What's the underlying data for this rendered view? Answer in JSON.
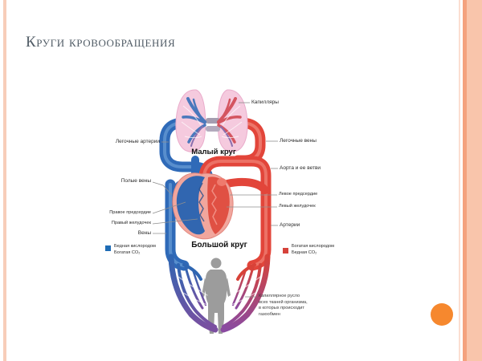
{
  "slide": {
    "title": "Круги кровообращения"
  },
  "diagram": {
    "labels": {
      "capillaries": "Капилляры",
      "pulmonary_arteries": "Легочные артерии",
      "small_circle": "Малый круг",
      "pulmonary_veins": "Легочные вены",
      "aorta": "Аорта и ее ветви",
      "vena_cava": "Полые вены",
      "left_atrium": "Левое предсердие",
      "left_ventricle": "Левый желудочек",
      "right_atrium": "Правое предсердие",
      "right_ventricle": "Правый желудочек",
      "veins": "Вены",
      "arteries": "Артерии",
      "big_circle": "Большой круг"
    },
    "legend_left": {
      "line1": "Бедная кислородом",
      "line2": "Богатая CO₂"
    },
    "legend_right": {
      "line1": "Богатая кислородом",
      "line2": "Бедная CO₂"
    },
    "tissue_note": {
      "line1": "Капиллярное русло",
      "line2": "всех тканей организма,",
      "line3": "в которых происходит",
      "line4": "газообмен"
    }
  },
  "colors": {
    "title_text": "#515c66",
    "legend_blue": "#1f6cb5",
    "legend_red": "#d6423a",
    "vein_blue": "#2f6ab8",
    "artery_red": "#e2453a",
    "accent_orange": "#f6882e",
    "stripe_pale": "#fbded2",
    "stripe_medium": "#f4a27e",
    "stripe_band": "#f9c5ab",
    "left_bar": "#f7cdb9"
  }
}
